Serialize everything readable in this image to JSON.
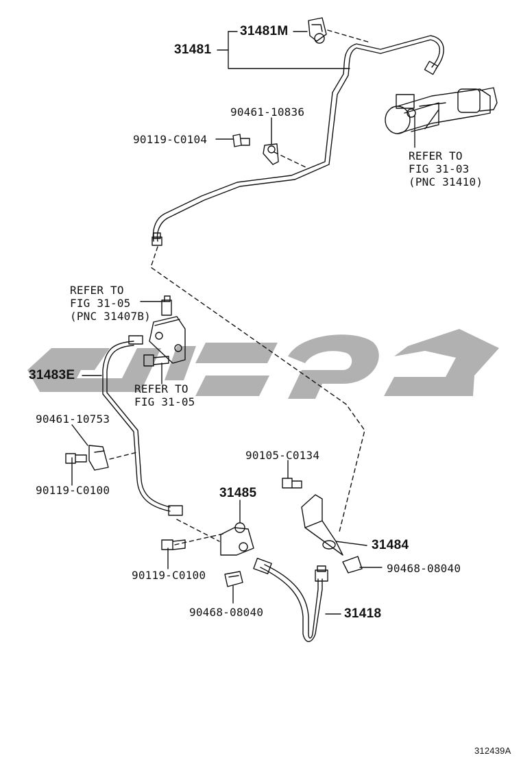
{
  "figure_id": "312439A",
  "watermark_text": "كيوطيّ",
  "colors": {
    "line": "#111111",
    "watermark": "#a9a9a9"
  },
  "labels": {
    "p31481m": "31481M",
    "p31481": "31481",
    "p90461_10836": "90461-10836",
    "p90119_c0104": "90119-C0104",
    "ref_top": [
      "REFER TO",
      "FIG 31-03",
      "(PNC 31410)"
    ],
    "ref_mid": [
      "REFER TO",
      "FIG 31-05",
      "(PNC 31407B)"
    ],
    "p31483e": "31483E",
    "ref_bolt": [
      "REFER TO",
      "FIG 31-05"
    ],
    "p90461_10753": "90461-10753",
    "p90119_c0100_a": "90119-C0100",
    "p90105_c0134": "90105-C0134",
    "p31485": "31485",
    "p31484": "31484",
    "p90468_08040_a": "90468-08040",
    "p90119_c0100_b": "90119-C0100",
    "p90468_08040_b": "90468-08040",
    "p31418": "31418"
  }
}
